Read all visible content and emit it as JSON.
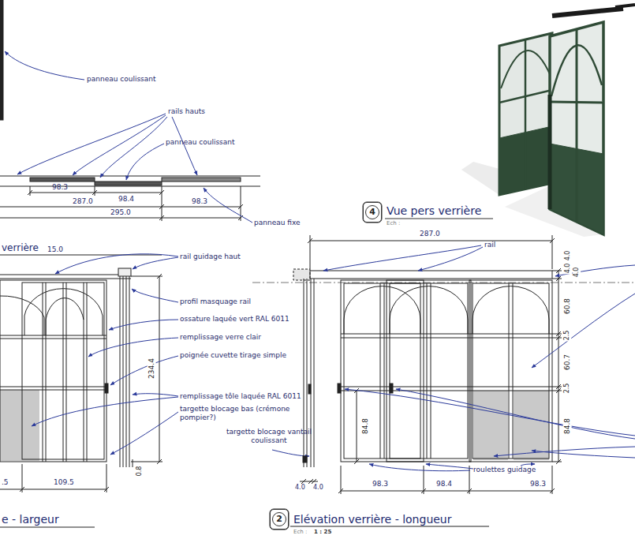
{
  "diagram": {
    "nodes": [
      {
        "text": [
          "4"
        ]
      },
      {
        "text": [
          "2"
        ]
      }
    ],
    "labels": [
      "panneau coulissant",
      "rails hauts",
      "panneau coulissant",
      "98.3",
      "98.4",
      "287.0",
      "98.3",
      "295.0",
      "panneau fixe",
      "verrière",
      "15.0",
      "rail guidage haut",
      "profil masquage rail",
      "ossature laquée vert RAL 6011",
      "remplissage verre clair",
      "poignée cuvette tirage simple",
      "234.4",
      "remplissage tôle laquée RAL 6011",
      "targette blocage bas (crémone pompier?)",
      "0.8",
      ".5",
      "109.5",
      "targette blocage vantail coulissant",
      "e - largeur",
      "Vue pers verrière",
      "Ech :",
      "287.0",
      "rail",
      "4.0",
      "4.0",
      "4.0",
      "60.8",
      "2.5",
      "60.7",
      "2.5",
      "84.8",
      "84.8",
      "4.0",
      "4.0",
      "98.3",
      "98.4",
      "98.3",
      "roulettes guidage",
      "Elévation verrière - longueur",
      "Ech :",
      "1 : 25"
    ]
  }
}
